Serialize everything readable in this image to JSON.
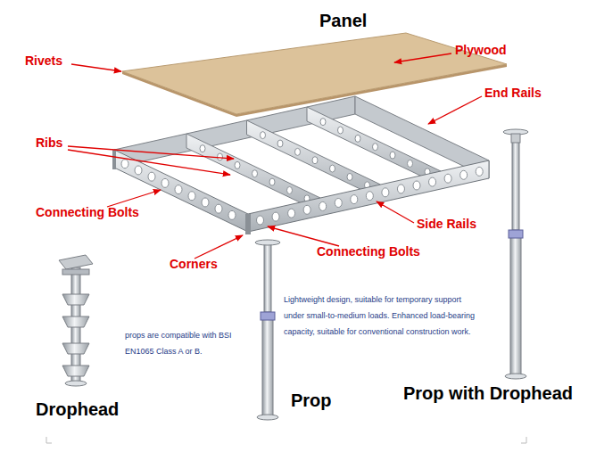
{
  "diagram": {
    "labels": [
      "Panel",
      "Rivets",
      "Plywood",
      "End Rails",
      "Ribs",
      "Connecting Bolts",
      "Side Rails",
      "Corners",
      "Connecting Bolts",
      "Lightweight design, suitable for temporary support under small-to-medium loads. Enhanced load-bearing capacity, suitable for conventional construction work.",
      "props are compatible with BSI EN1065 Class A or B.",
      "Drophead",
      "Prop",
      "Prop with Drophead"
    ]
  }
}
